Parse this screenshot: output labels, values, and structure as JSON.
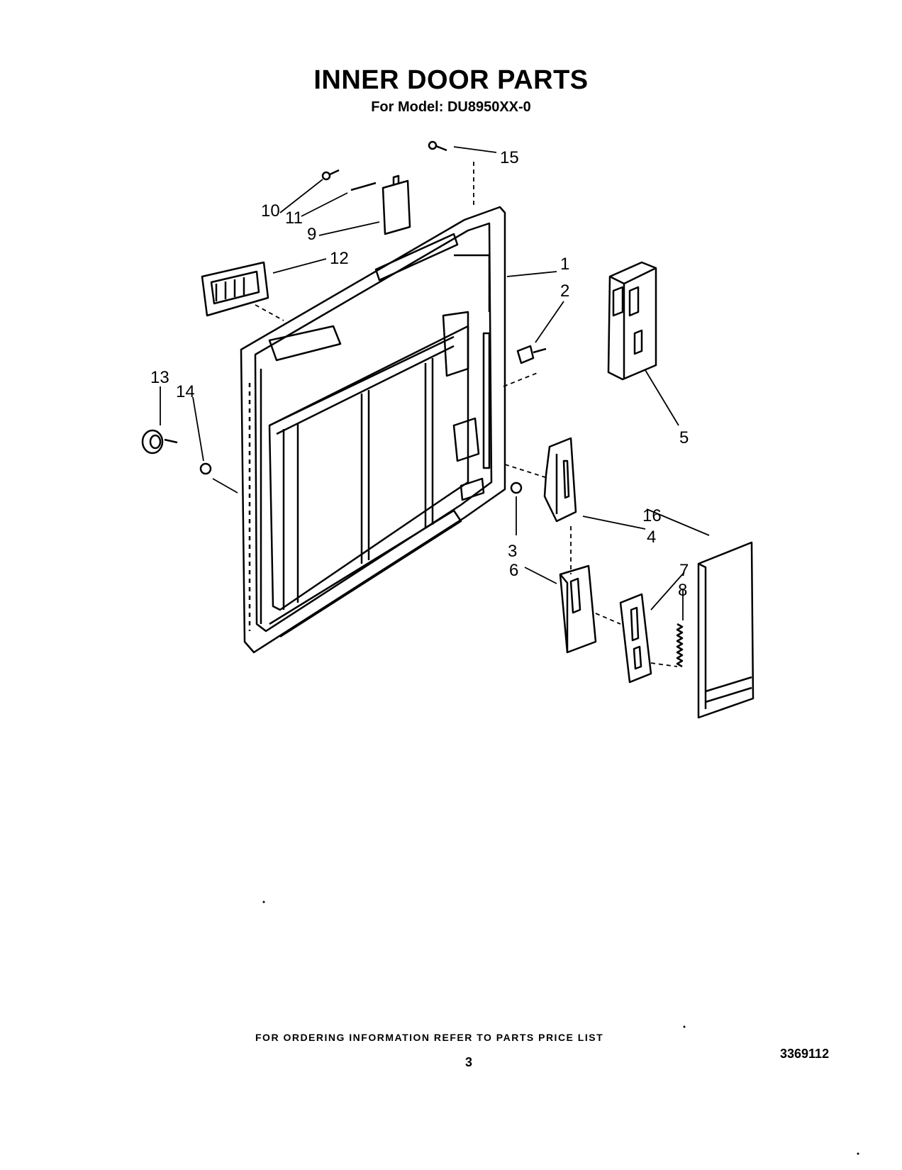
{
  "header": {
    "title": "INNER DOOR PARTS",
    "subtitle": "For Model: DU8950XX-0"
  },
  "callouts": [
    "1",
    "2",
    "3",
    "4",
    "5",
    "6",
    "7",
    "8",
    "9",
    "10",
    "11",
    "12",
    "13",
    "14",
    "15",
    "16"
  ],
  "footer": {
    "ordering_note": "FOR ORDERING INFORMATION REFER TO PARTS PRICE LIST",
    "page_number": "3",
    "document_number": "3369112"
  }
}
